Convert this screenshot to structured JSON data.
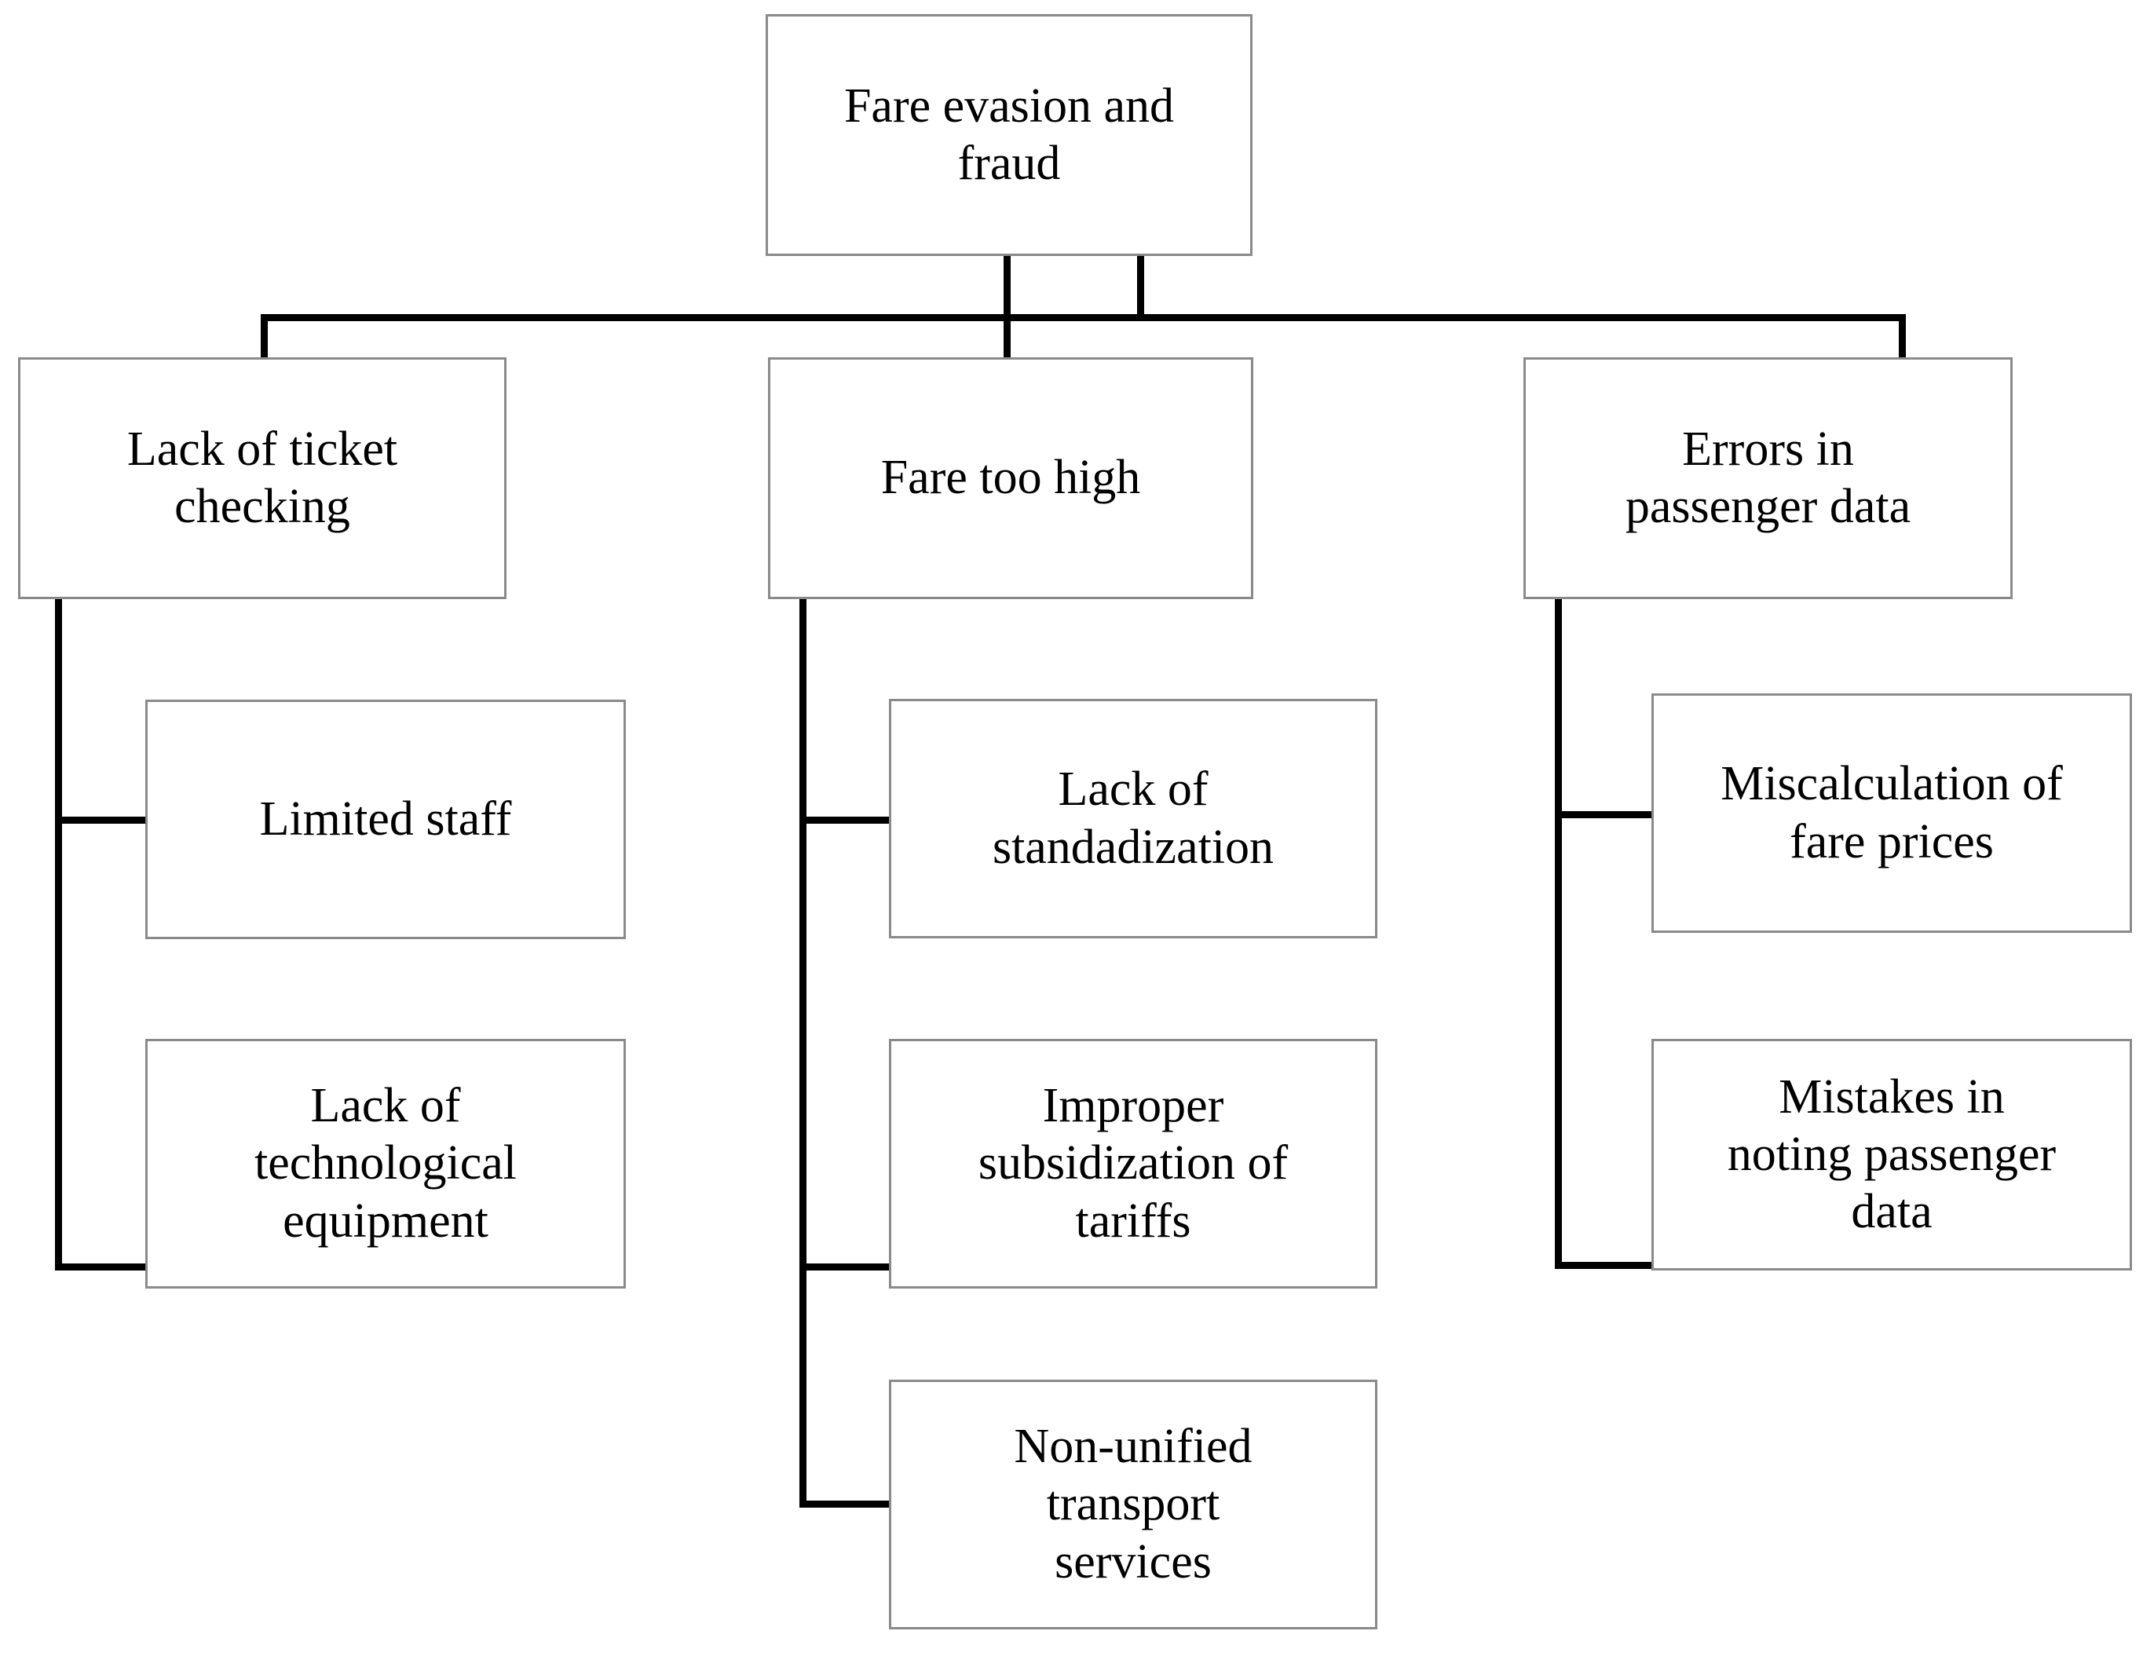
{
  "diagram": {
    "type": "fishbone-tree",
    "title": "Fare evasion and fraud cause tree",
    "colors": {
      "background": "#ffffff",
      "box_border": "#8a8a8a",
      "connector": "#000000",
      "text": "#000000"
    },
    "root": {
      "id": "root",
      "label": "Fare evasion and\nfraud"
    },
    "branches": [
      {
        "id": "branch-lack-of-ticket-checking",
        "label": "Lack of ticket\nchecking",
        "children": [
          {
            "id": "leaf-limited-staff",
            "label": "Limited staff"
          },
          {
            "id": "leaf-lack-of-technological-equipment",
            "label": "Lack of\ntechnological\nequipment"
          }
        ]
      },
      {
        "id": "branch-fare-too-high",
        "label": "Fare too high",
        "children": [
          {
            "id": "leaf-lack-of-standadization",
            "label": "Lack of\nstandadization"
          },
          {
            "id": "leaf-improper-subsidization-of-tariffs",
            "label": "Improper\nsubsidization of\ntariffs"
          },
          {
            "id": "leaf-non-unified-transport-services",
            "label": "Non-unified\ntransport\nservices"
          }
        ]
      },
      {
        "id": "branch-errors-in-passenger-data",
        "label": "Errors in\npassenger data",
        "children": [
          {
            "id": "leaf-miscalculation-of-fare-prices",
            "label": "Miscalculation of\nfare prices"
          },
          {
            "id": "leaf-mistakes-in-noting-passenger-data",
            "label": "Mistakes in\nnoting passenger\ndata"
          }
        ]
      }
    ]
  }
}
